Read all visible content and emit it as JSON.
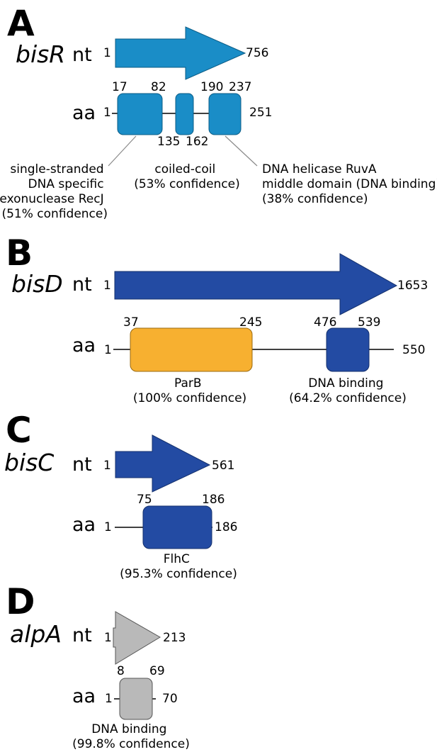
{
  "colors": {
    "light_blue": "#1a8dc7",
    "dark_blue": "#234ba3",
    "orange": "#f7b030",
    "gray": "#b9b9b9",
    "line": "#000000",
    "callout_line": "#8a8a8a"
  },
  "panels": [
    {
      "letter": "A",
      "gene": "bisR",
      "nt": {
        "row_label": "nt",
        "start": "1",
        "end": "756",
        "color": "light_blue"
      },
      "aa": {
        "row_label": "aa",
        "start": "1",
        "end": "251",
        "domains": [
          {
            "from": "17",
            "to": "82",
            "color": "light_blue",
            "label_position": "above"
          },
          {
            "from": "135",
            "to": "162",
            "color": "light_blue",
            "label_position": "below"
          },
          {
            "from": "190",
            "to": "237",
            "color": "light_blue",
            "label_position": "above"
          }
        ]
      },
      "annotations": [
        {
          "lines": [
            "single-stranded",
            "DNA specific",
            "exonuclease RecJ",
            "(51% confidence)"
          ]
        },
        {
          "lines": [
            "coiled-coil",
            "(53% confidence)"
          ]
        },
        {
          "lines": [
            "DNA helicase RuvA",
            "middle domain (DNA binding)",
            "(38% confidence)"
          ]
        }
      ]
    },
    {
      "letter": "B",
      "gene": "bisD",
      "nt": {
        "row_label": "nt",
        "start": "1",
        "end": "1653",
        "color": "dark_blue"
      },
      "aa": {
        "row_label": "aa",
        "start": "1",
        "end": "550",
        "domains": [
          {
            "from": "37",
            "to": "245",
            "color": "orange"
          },
          {
            "from": "476",
            "to": "539",
            "color": "dark_blue"
          }
        ]
      },
      "annotations": [
        {
          "lines": [
            "ParB",
            "(100% confidence)"
          ]
        },
        {
          "lines": [
            "DNA binding",
            "(64.2% confidence)"
          ]
        }
      ]
    },
    {
      "letter": "C",
      "gene": "bisC",
      "nt": {
        "row_label": "nt",
        "start": "1",
        "end": "561",
        "color": "dark_blue"
      },
      "aa": {
        "row_label": "aa",
        "start": "1",
        "end": "186",
        "domains": [
          {
            "from": "75",
            "to": "186",
            "color": "dark_blue"
          }
        ]
      },
      "annotations": [
        {
          "lines": [
            "FlhC",
            "(95.3% confidence)"
          ]
        }
      ]
    },
    {
      "letter": "D",
      "gene": "alpA",
      "nt": {
        "row_label": "nt",
        "start": "1",
        "end": "213",
        "color": "gray"
      },
      "aa": {
        "row_label": "aa",
        "start": "1",
        "end": "70",
        "domains": [
          {
            "from": "8",
            "to": "69",
            "color": "gray"
          }
        ]
      },
      "annotations": [
        {
          "lines": [
            "DNA binding",
            "(99.8% confidence)"
          ]
        }
      ]
    }
  ]
}
